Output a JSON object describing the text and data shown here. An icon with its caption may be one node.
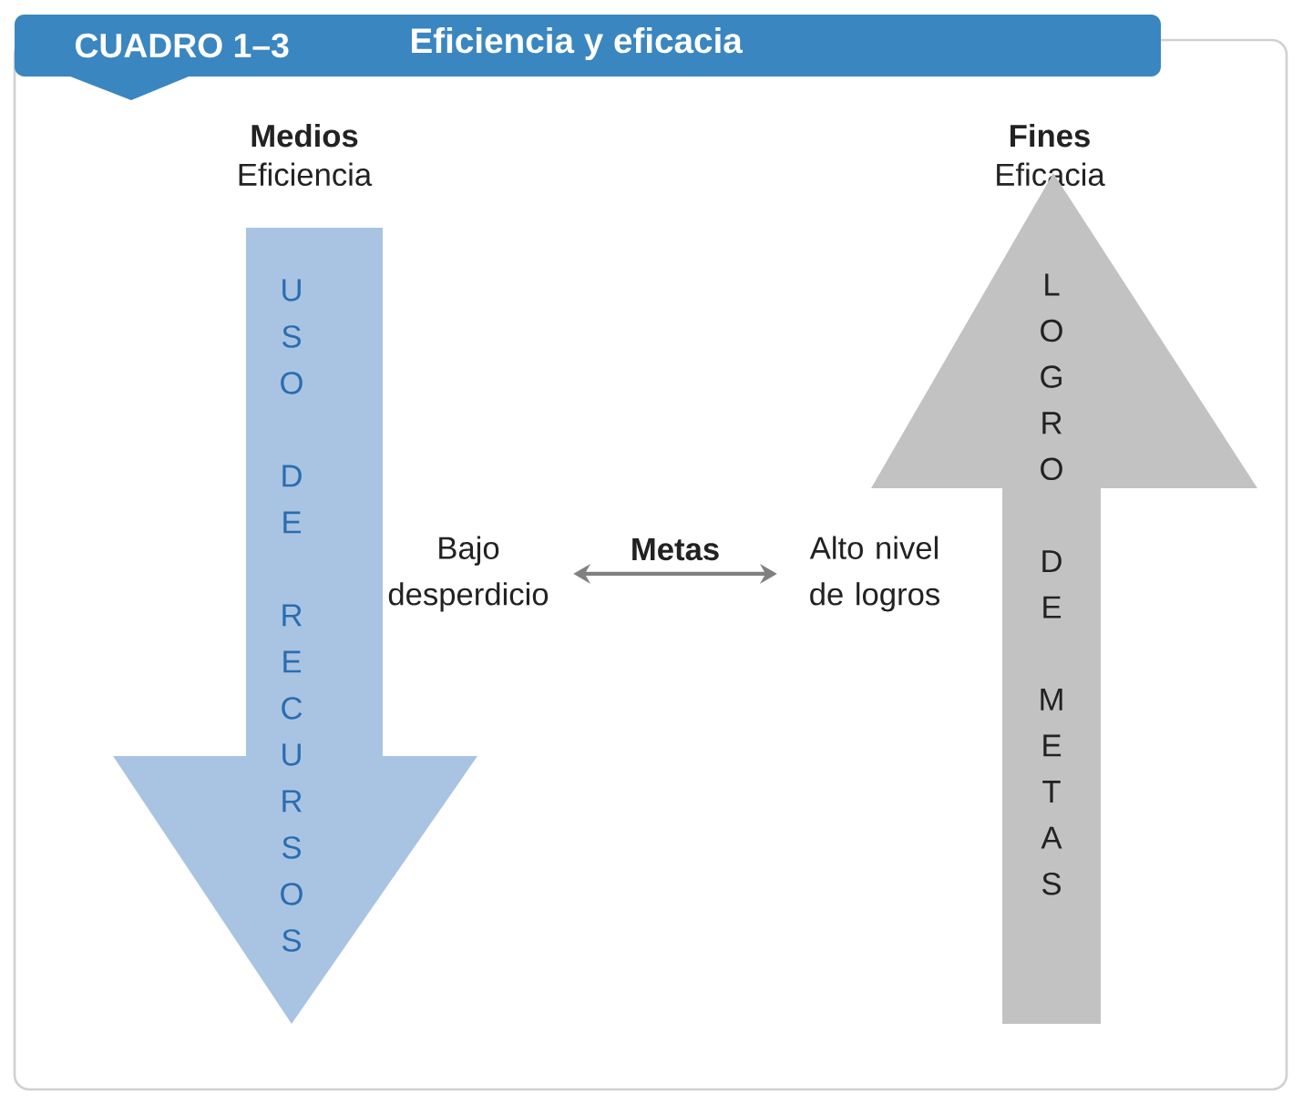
{
  "diagram": {
    "title": "Eficiencia y eficacia",
    "nodes": [
      {
        "text": [
          "Medios",
          "Eficiencia"
        ]
      },
      {
        "text": [
          "Fines",
          "Eficacia"
        ]
      },
      {
        "text": [
          "USO DE RECURSOS"
        ]
      },
      {
        "text": [
          "LOGRO DE METAS"
        ]
      },
      {
        "text": [
          "Bajo desperdicio"
        ]
      },
      {
        "text": [
          "Alto nivel de logros"
        ]
      }
    ],
    "edges": [
      {
        "from": 4,
        "to": 5,
        "arrow": "both",
        "label": "Metas"
      }
    ],
    "labels": [
      "CUADRO 1–3"
    ]
  }
}
